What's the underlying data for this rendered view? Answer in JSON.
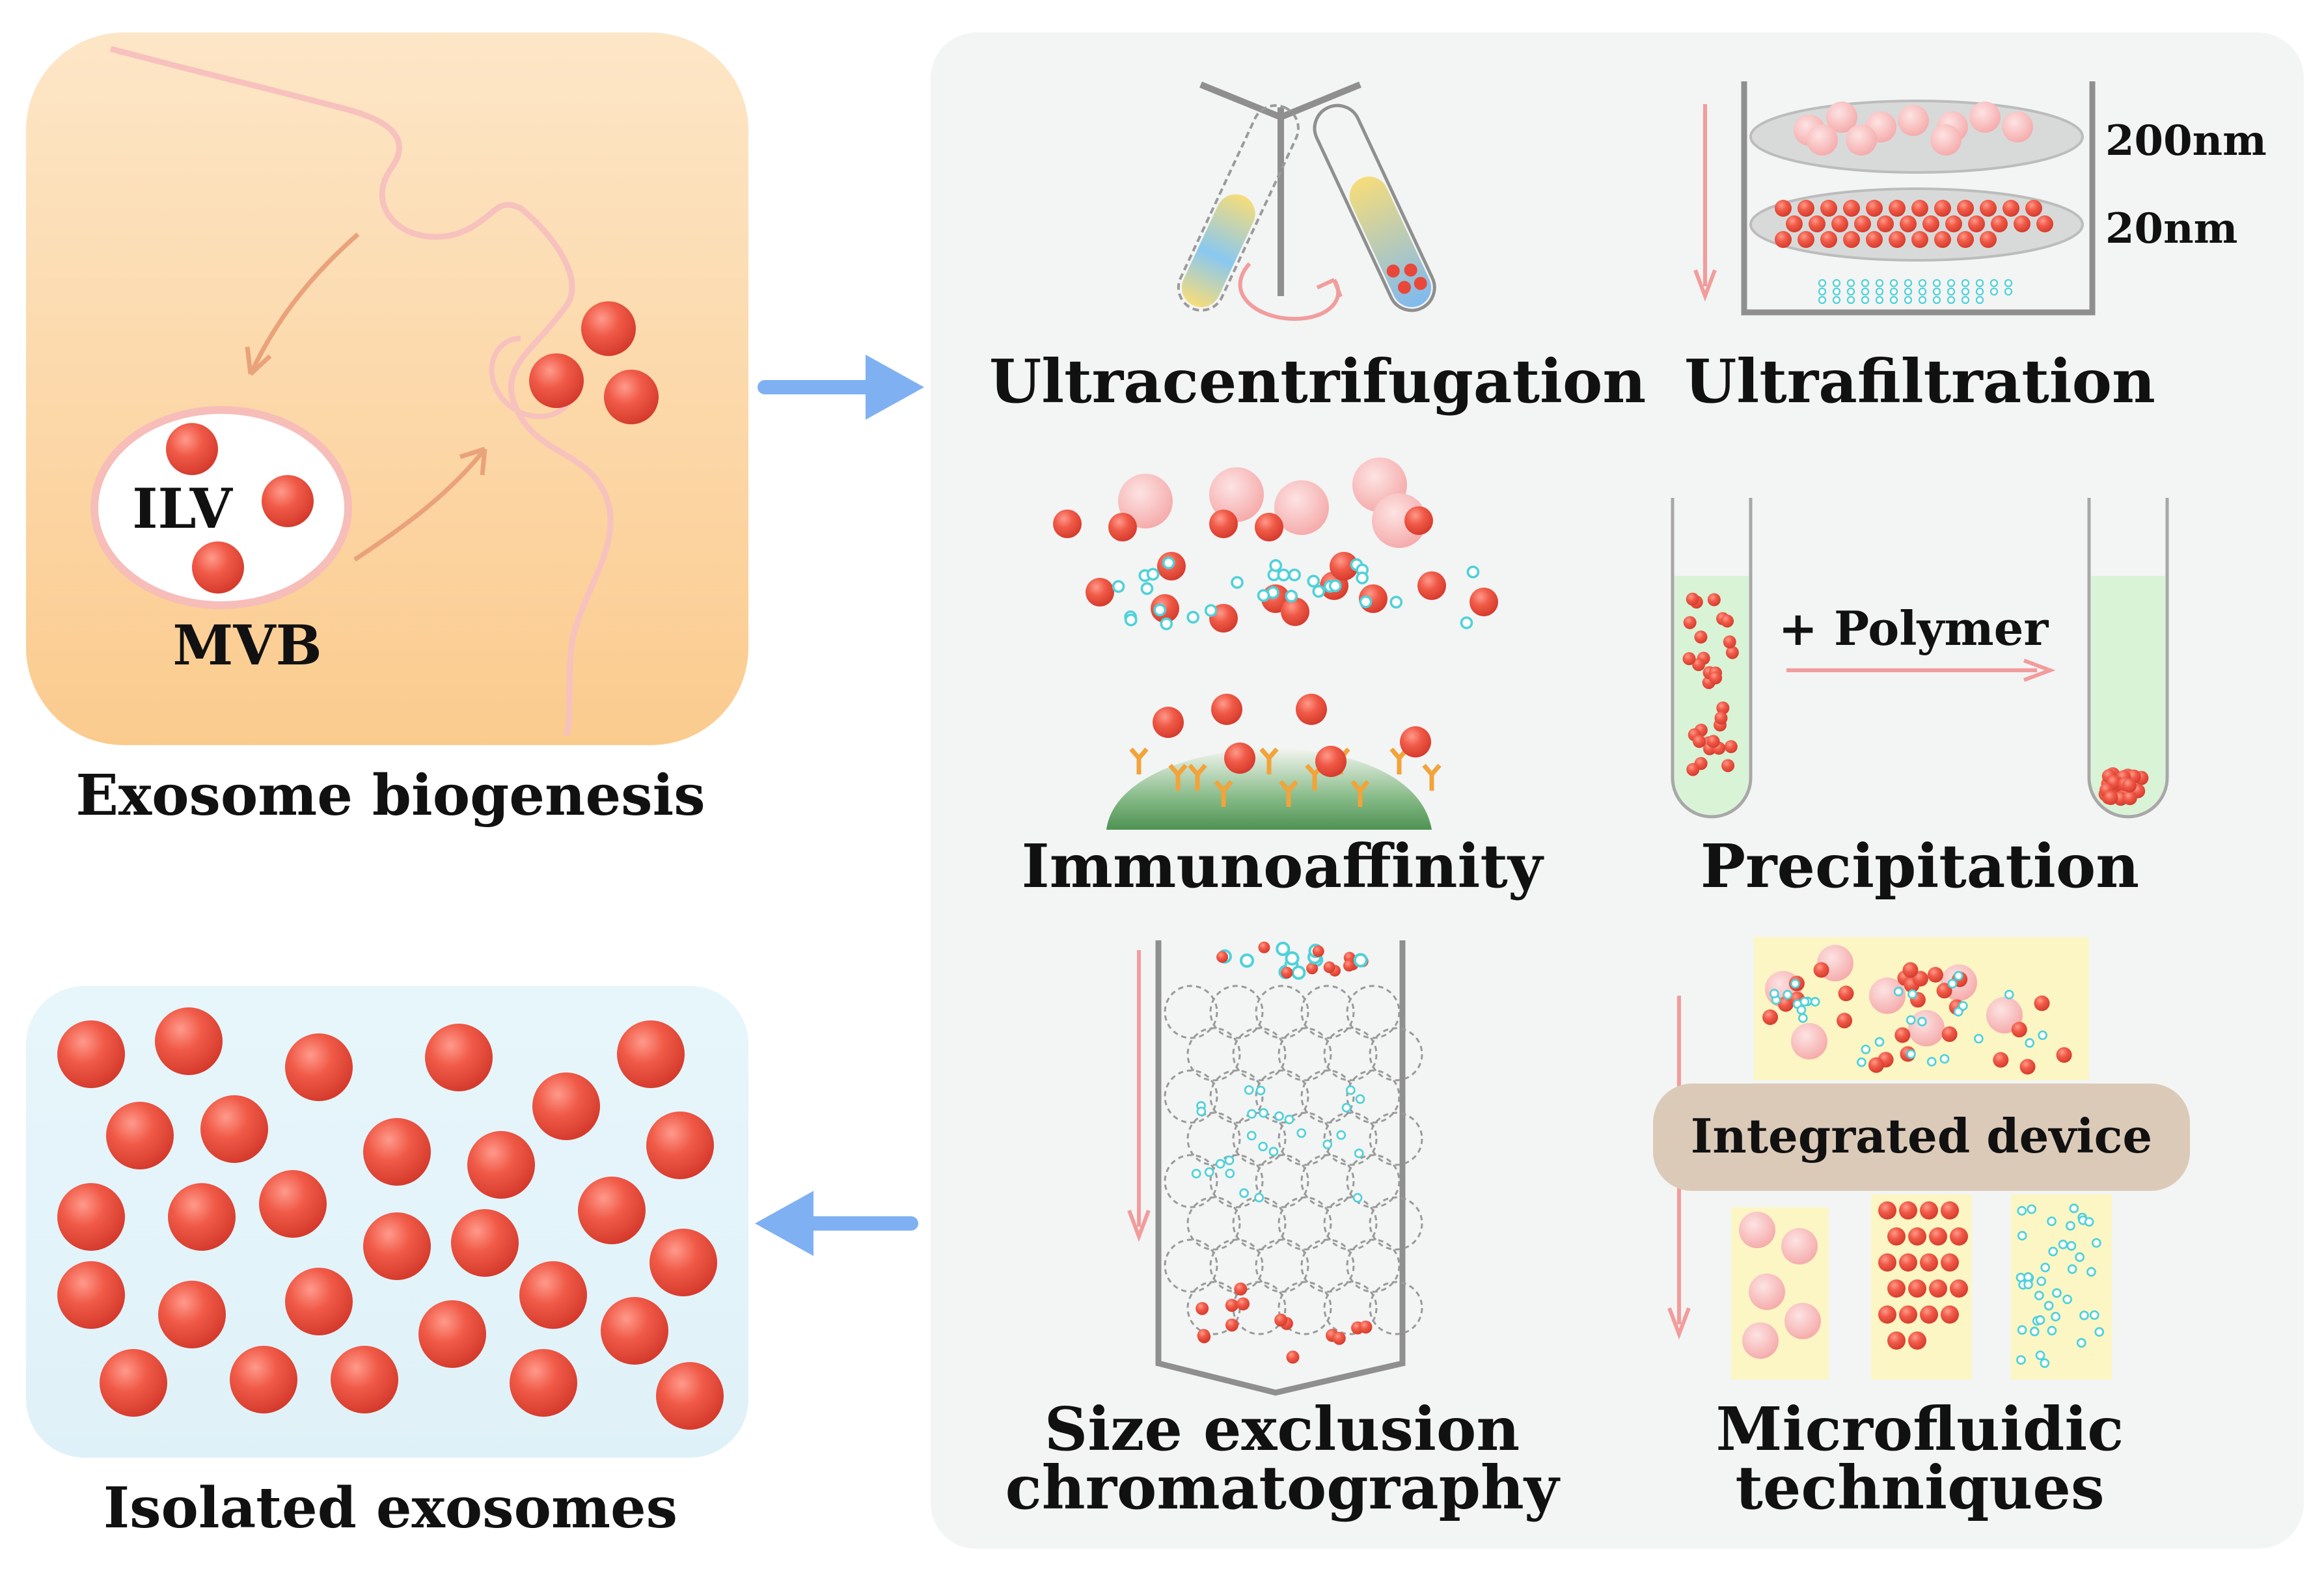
{
  "panels": {
    "biogenesis": {
      "title": "Exosome biogenesis",
      "ilv_label": "ILV",
      "mvb_label": "MVB"
    },
    "isolated": {
      "title": "Isolated exosomes"
    }
  },
  "methods": {
    "ultracentrifugation": {
      "label": "Ultracentrifugation"
    },
    "ultrafiltration": {
      "label": "Ultrafiltration",
      "pore_large": "200nm",
      "pore_small": "20nm"
    },
    "immunoaffinity": {
      "label": "Immunoaffinity"
    },
    "precipitation": {
      "label": "Precipitation",
      "reagent": "+ Polymer"
    },
    "size_exclusion": {
      "label_line1": "Size exclusion",
      "label_line2": "chromatography"
    },
    "microfluidic": {
      "label_line1": "Microfluidic",
      "label_line2": "techniques",
      "device": "Integrated device"
    }
  },
  "colors": {
    "exosome_red": "#e8473a",
    "large_vesicle_pink": "#f7b8b8",
    "small_particle_cyan": "#4fd1d9",
    "arrow_blue": "#7fb0f2",
    "arrow_salmon": "#f29c9c",
    "panel_grey": "#f3f4f4",
    "biogenesis_orange": "#fcd7a4",
    "isolated_blue": "#e4f4fa",
    "antibody_orange": "#f2a33a",
    "bead_green": "#6bab70",
    "device_tan": "#dccab9",
    "channel_yellow": "#fbf6c4"
  }
}
